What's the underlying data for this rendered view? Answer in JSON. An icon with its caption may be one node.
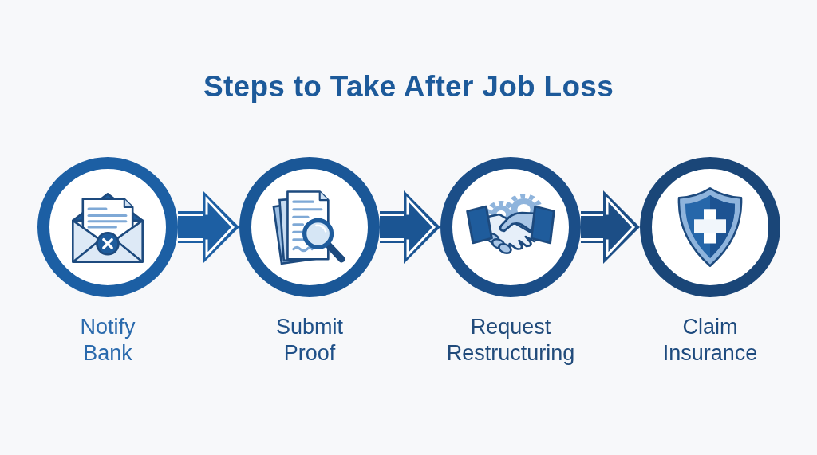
{
  "diagram": {
    "title": "Steps to Take After Job Loss",
    "nodes": [
      {
        "text": [
          "Notify Bank"
        ]
      },
      {
        "text": [
          "Submit Proof"
        ]
      },
      {
        "text": [
          "Request Restructuring"
        ]
      },
      {
        "text": [
          "Claim Insurance"
        ]
      }
    ],
    "edges": [
      {
        "from": 0,
        "to": 1,
        "arrow": "to"
      },
      {
        "from": 1,
        "to": 2,
        "arrow": "to"
      },
      {
        "from": 2,
        "to": 3,
        "arrow": "to"
      }
    ]
  }
}
